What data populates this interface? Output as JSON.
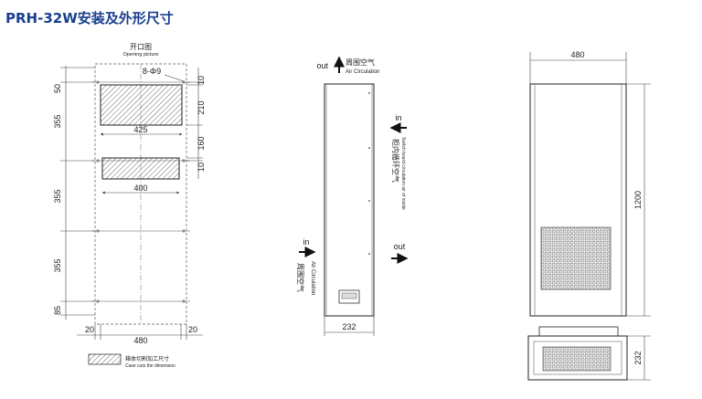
{
  "title": "PRH-32W安装及外形尺寸",
  "opening_view": {
    "heading": "开口图",
    "heading_en": "Opening picture",
    "hole_label": "8-Φ9",
    "dims_left": [
      "50",
      "355",
      "355",
      "355",
      "85"
    ],
    "dims_right": [
      "10",
      "210",
      "160",
      "10"
    ],
    "width_top_cutout": "425",
    "width_mid_cutout": "400",
    "bottom_margin_left": "20",
    "bottom_width": "480",
    "bottom_margin_right": "20",
    "legend_cn": "箱体切割加工尺寸",
    "legend_en": "Case cuts the dimension"
  },
  "side_view": {
    "top_out_label": "out",
    "top_cn": "周围空气",
    "top_en": "Air Circulation",
    "right_in_label": "in",
    "right_cn": "柜内循环空气",
    "right_en": "Switch board circulation air of inside",
    "right_out_label": "out",
    "left_in_label": "in",
    "left_cn": "周围空气",
    "left_en": "Air Circulation",
    "width": "232"
  },
  "front_view": {
    "width": "480",
    "height": "1200",
    "depth": "232"
  }
}
